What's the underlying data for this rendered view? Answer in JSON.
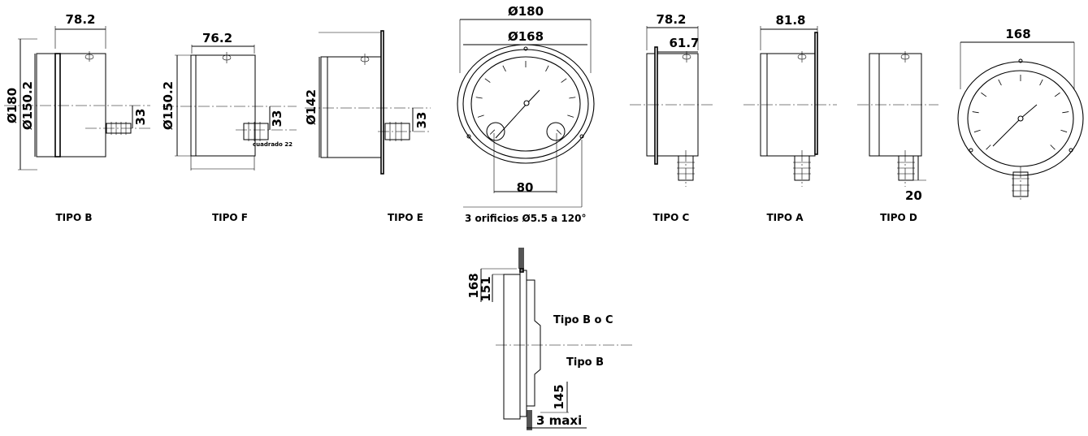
{
  "views": {
    "tipo_b": {
      "caption": "TIPO B",
      "depth": "78.2",
      "outer_dia": "Ø180",
      "inner_dia": "Ø150.2",
      "conn_offset": "33"
    },
    "tipo_f": {
      "caption": "TIPO F",
      "depth": "76.2",
      "inner_dia": "Ø150.2",
      "conn_offset": "33",
      "square": "cuadrado 22"
    },
    "tipo_e": {
      "caption": "TIPO E",
      "dia": "Ø142",
      "conn_offset": "33"
    },
    "front": {
      "outer_dia": "Ø180",
      "inner_dia": "Ø168",
      "hole_spacing": "80",
      "holes_note": "3 orificios Ø5.5 a 120°"
    },
    "tipo_c": {
      "caption": "TIPO C",
      "depth_outer": "78.2",
      "depth_inner": "61.7"
    },
    "tipo_a": {
      "caption": "TIPO A",
      "depth": "81.8"
    },
    "tipo_d": {
      "caption": "TIPO D",
      "offset": "20"
    },
    "front_d": {
      "dia": "168"
    },
    "panel": {
      "dim_outer": "168",
      "dim_inner": "151",
      "dim_lower": "145",
      "thickness": "3 maxi",
      "label_top": "Tipo B o C",
      "label_bottom": "Tipo B"
    }
  }
}
